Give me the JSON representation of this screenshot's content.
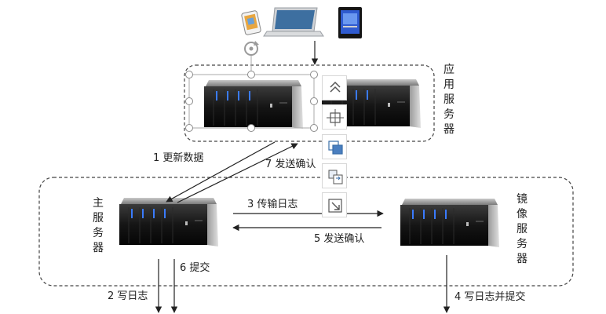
{
  "app_server": {
    "label": "应用服务器"
  },
  "main_server": {
    "label": "主服务器"
  },
  "mirror_server": {
    "label": "镜像服务器"
  },
  "steps": {
    "s1": "1 更新数据",
    "s2": "2 写日志",
    "s3": "3 传输日志",
    "s4": "4 写日志并提交",
    "s5": "5 发送确认",
    "s6": "6 提交",
    "s7": "7 发送确认"
  },
  "toolbar": {
    "items": [
      "layout-options-icon",
      "crop-icon",
      "arrange-icon",
      "replace-icon",
      "resize-icon"
    ]
  },
  "devices": [
    "phone-icon",
    "laptop-icon",
    "tablet-icon"
  ]
}
